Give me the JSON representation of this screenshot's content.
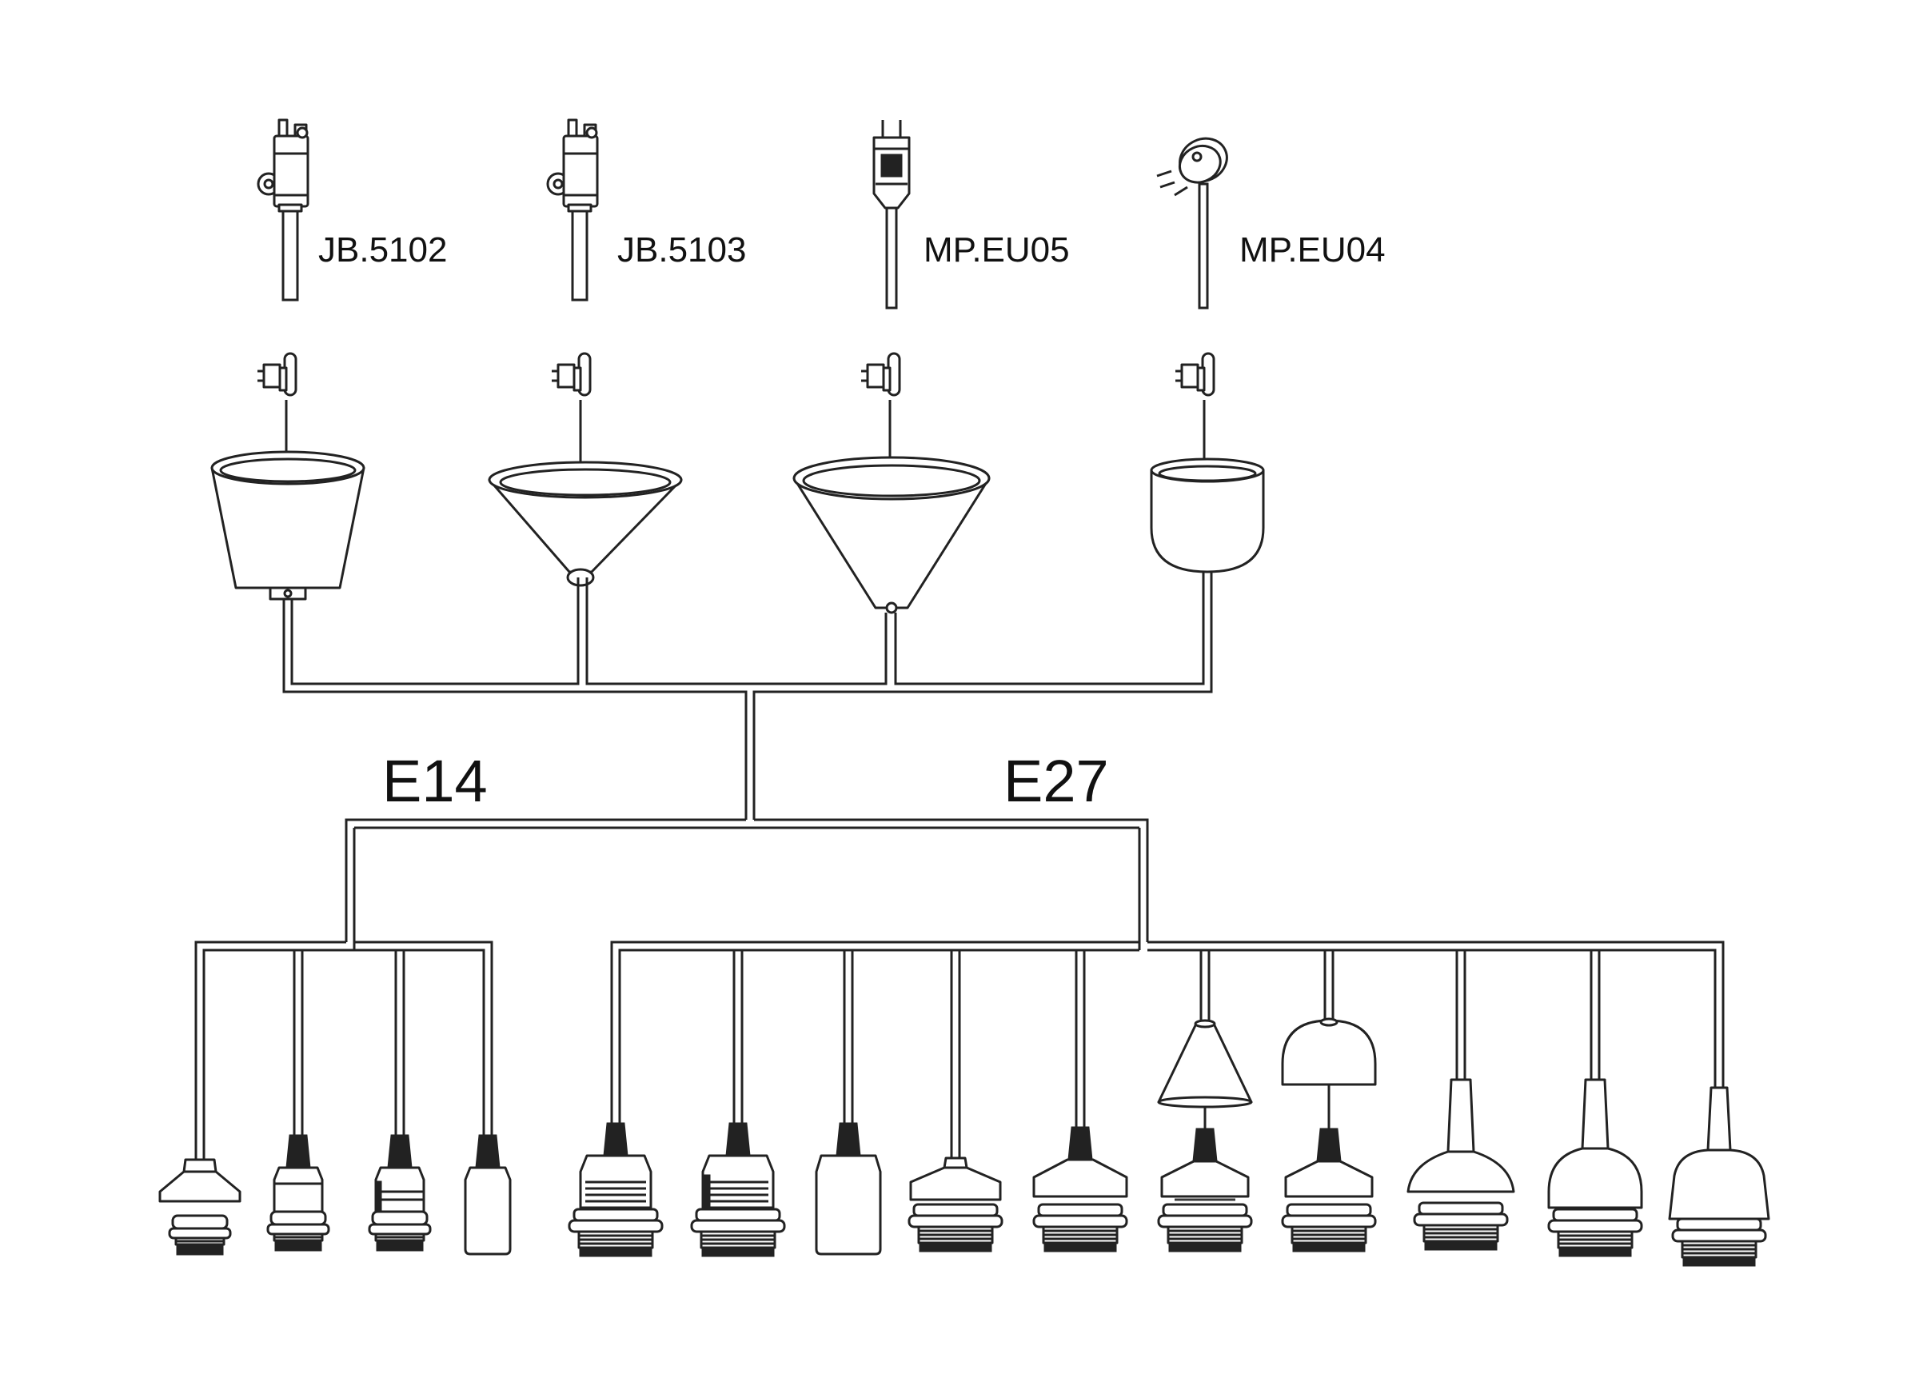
{
  "connectors": [
    {
      "code": "JB.5102",
      "icon": "junction-box-icon"
    },
    {
      "code": "JB.5103",
      "icon": "junction-box-icon"
    },
    {
      "code": "MP.EU05",
      "icon": "schuko-plug-icon"
    },
    {
      "code": "MP.EU04",
      "icon": "round-plug-icon"
    }
  ],
  "canopies": [
    {
      "icon": "cylinder-canopy-icon"
    },
    {
      "icon": "flat-cone-canopy-icon"
    },
    {
      "icon": "deep-cone-canopy-icon"
    },
    {
      "icon": "dome-canopy-icon"
    }
  ],
  "groups": {
    "e14": {
      "label": "E14",
      "sockets": 4
    },
    "e27": {
      "label": "E27",
      "sockets": 10
    }
  },
  "sockets": [
    {
      "group": "E14",
      "icon": "e14-socket-cap-icon"
    },
    {
      "group": "E14",
      "icon": "e14-socket-threaded-icon"
    },
    {
      "group": "E14",
      "icon": "e14-socket-threaded-icon"
    },
    {
      "group": "E14",
      "icon": "e14-socket-smooth-icon"
    },
    {
      "group": "E27",
      "icon": "e27-socket-threaded-icon"
    },
    {
      "group": "E27",
      "icon": "e27-socket-threaded-icon"
    },
    {
      "group": "E27",
      "icon": "e27-socket-smooth-icon"
    },
    {
      "group": "E27",
      "icon": "e27-socket-cap-icon"
    },
    {
      "group": "E27",
      "icon": "e27-socket-cap-icon"
    },
    {
      "group": "E27",
      "icon": "e27-socket-cone-shade-icon"
    },
    {
      "group": "E27",
      "icon": "e27-socket-dome-shade-icon"
    },
    {
      "group": "E27",
      "icon": "e27-socket-flat-hood-icon"
    },
    {
      "group": "E27",
      "icon": "e27-socket-round-hood-icon"
    },
    {
      "group": "E27",
      "icon": "e27-socket-bell-hood-icon"
    }
  ]
}
